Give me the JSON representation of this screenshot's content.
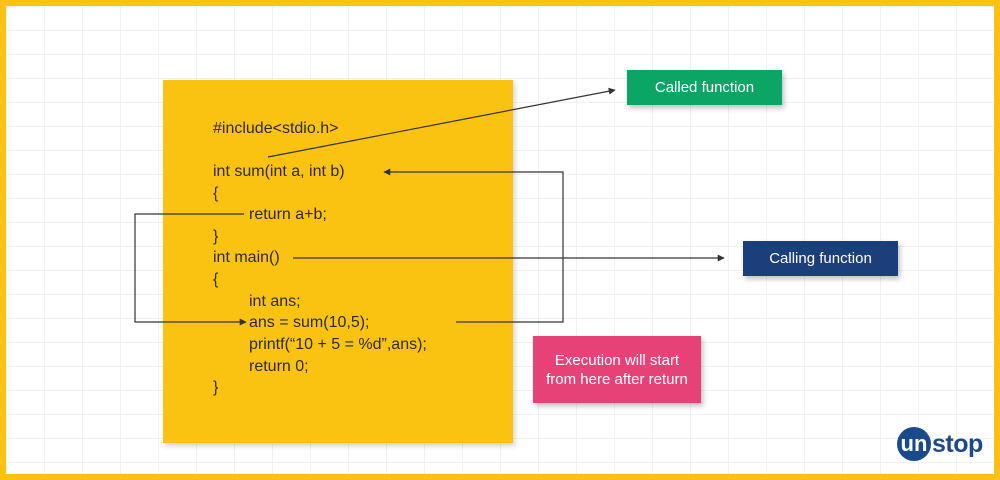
{
  "code": {
    "lines": [
      "#include<stdio.h>",
      "int sum(int a, int b)",
      "{",
      "return a+b;",
      "}",
      "int main()",
      "{",
      "int ans;",
      "ans = sum(10,5);",
      "printf(“10 + 5 = %d”,ans);",
      "return 0;",
      "}"
    ]
  },
  "labels": {
    "called": "Called function",
    "calling": "Calling function",
    "execution": "Execution will start from here after return"
  },
  "logo": {
    "initial": "un",
    "rest": "stop"
  },
  "colors": {
    "border": "#fbc113",
    "code_panel": "#fbc311",
    "called": "#0ba565",
    "calling": "#1b3f7a",
    "execution": "#e74277",
    "logo": "#1a4a8c"
  }
}
